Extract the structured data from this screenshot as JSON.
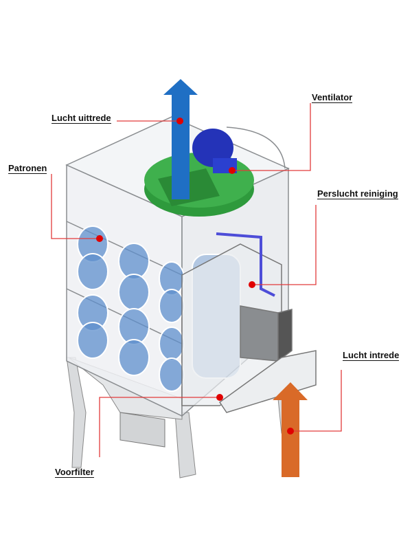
{
  "labels": {
    "air_outlet": "Lucht uittrede",
    "fan": "Ventilator",
    "cartridges": "Patronen",
    "compressed_air_cleaning": "Perslucht reiniging",
    "air_inlet": "Lucht intrede",
    "prefilter": "Voorfilter"
  },
  "colors": {
    "leader": "#e23a3a",
    "dot": "#e00000",
    "outlet_arrow": "#1f6fc4",
    "inlet_arrow": "#d96a28",
    "fan_green": "#2e9a3c",
    "fan_blue": "#2433b8",
    "cartridge_blue": "#4a7fc0"
  }
}
